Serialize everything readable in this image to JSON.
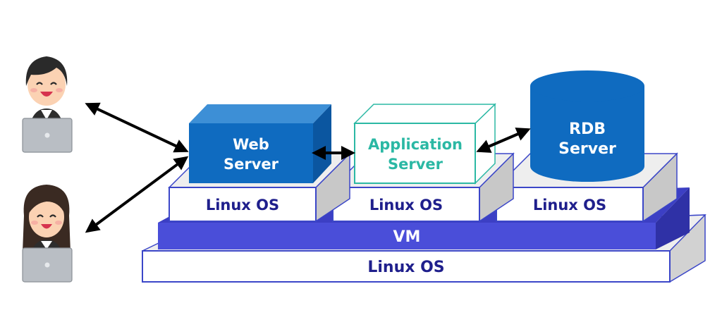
{
  "servers": {
    "web": {
      "line1": "Web",
      "line2": "Server"
    },
    "app": {
      "line1": "Application",
      "line2": "Server"
    },
    "rdb": {
      "line1": "RDB",
      "line2": "Server"
    }
  },
  "guest_os": [
    "Linux OS",
    "Linux OS",
    "Linux OS"
  ],
  "vm": "VM",
  "host_os": "Linux OS",
  "users": [
    {
      "icon": "user-icon"
    },
    {
      "icon": "user-icon"
    }
  ],
  "colors": {
    "web_front": "#0f6bc0",
    "web_top": "#3d8fd6",
    "web_side": "#0b56a0",
    "app_border": "#2bb8a4",
    "app_text": "#2bb8a4",
    "rdb_fill": "#0f6bc0",
    "vm_front": "#4a4ed9",
    "vm_top": "#3c3fc4",
    "vm_side": "#2f31a6",
    "box_border": "#3b46c8",
    "box_text": "#1f1f8c",
    "box_side": "#c8c8c8",
    "box_top": "#eeeeee",
    "arrow": "#000000"
  }
}
